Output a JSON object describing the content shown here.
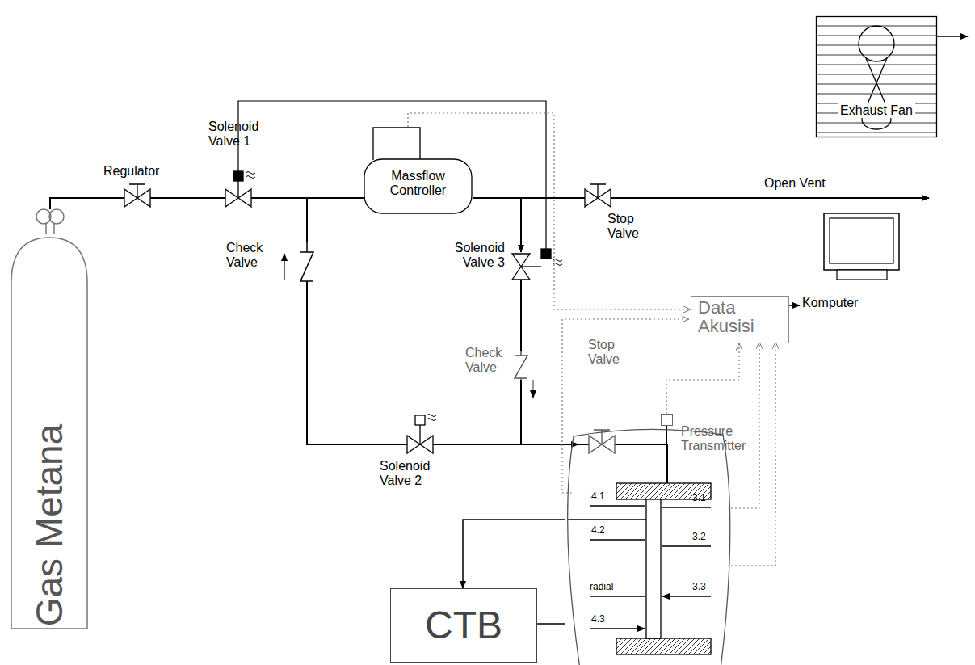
{
  "diagram": {
    "nodes": [
      {
        "text": [
          "Exhaust Fan"
        ]
      },
      {
        "text": [
          "Gas Metana"
        ]
      },
      {
        "text": [
          "Massflow Controller"
        ]
      },
      {
        "text": [
          "Data Akusisi"
        ]
      },
      {
        "text": [
          "Komputer"
        ]
      },
      {
        "text": [
          "Pressure Transmitter"
        ]
      },
      {
        "text": [
          "4.1",
          "3.1",
          "4.2",
          "3.2",
          "radial",
          "3.3",
          "4.3"
        ]
      },
      {
        "text": [
          "CTB"
        ]
      }
    ],
    "edges": [
      {
        "from": 2,
        "to": 3,
        "arrow": "to"
      },
      {
        "from": 3,
        "to": 4,
        "arrow": "to"
      },
      {
        "from": 5,
        "to": 3,
        "arrow": "to"
      },
      {
        "from": 6,
        "to": 7,
        "arrow": "to"
      },
      {
        "from": 7,
        "to": 6,
        "arrow": "none"
      }
    ],
    "labels": [
      "Solenoid Valve 1",
      "Regulator",
      "Open Vent",
      "Stop Valve",
      "Check Valve",
      "Solenoid Valve 3",
      "Stop Valve",
      "Check Valve",
      "Solenoid Valve 2"
    ]
  }
}
